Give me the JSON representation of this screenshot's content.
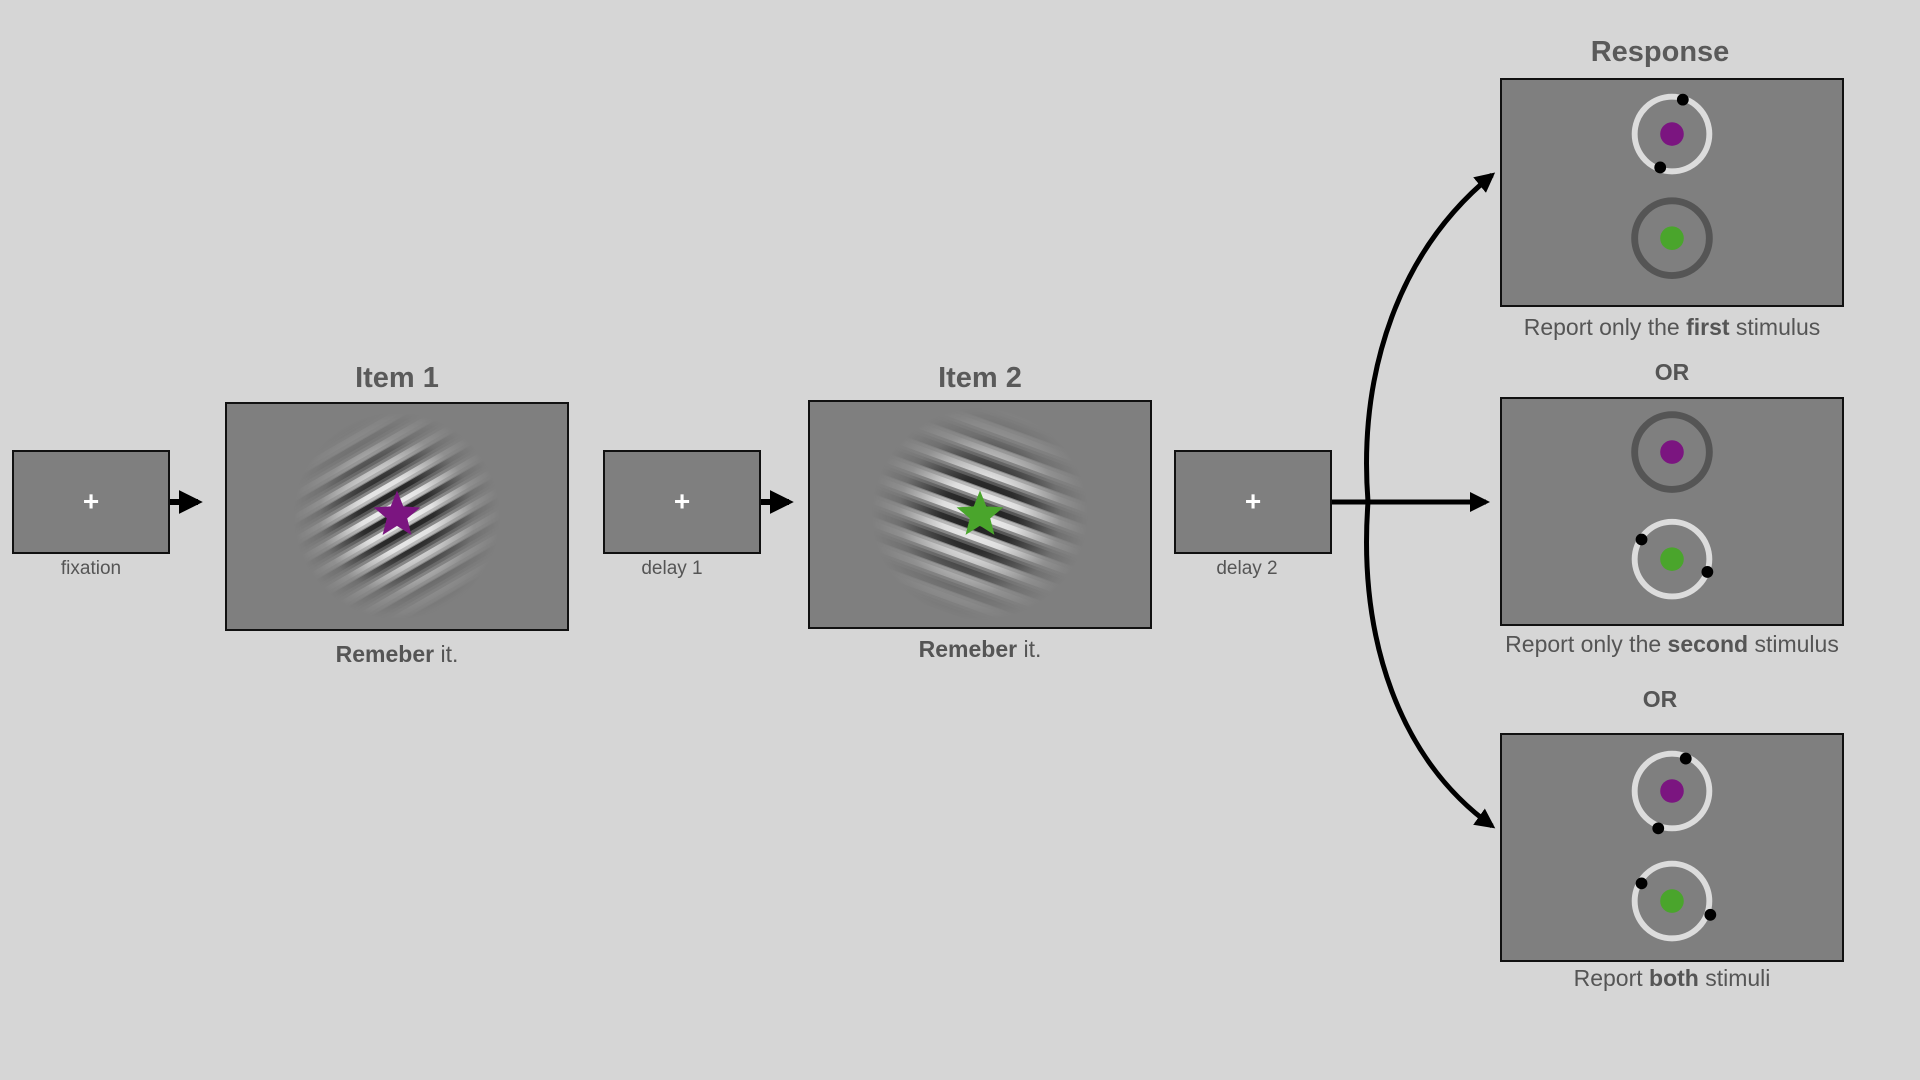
{
  "colors": {
    "background": "#d6d6d6",
    "screen": "#7f7f7f",
    "item1_star": "#7b1580",
    "item2_star": "#4aa52c",
    "ring_active": "#dcdcdc",
    "ring_inactive": "#555555"
  },
  "fixation": {
    "symbol": "+",
    "label": "fixation"
  },
  "item1": {
    "title": "Item 1",
    "caption_bold": "Remeber",
    "caption_rest": " it.",
    "star_icon": "purple-star-icon",
    "grating_orientation_deg": 60
  },
  "delay1": {
    "symbol": "+",
    "label": "delay 1"
  },
  "item2": {
    "title": "Item 2",
    "caption_bold": "Remeber",
    "caption_rest": " it.",
    "star_icon": "green-star-icon",
    "grating_orientation_deg": -20
  },
  "delay2": {
    "symbol": "+",
    "label": "delay 2"
  },
  "response": {
    "title": "Response",
    "options": [
      {
        "caption_pre": "Report only the ",
        "caption_bold": "first",
        "caption_post": " stimulus",
        "top_ring": "active",
        "bottom_ring": "inactive"
      },
      {
        "caption_pre": "Report only the ",
        "caption_bold": "second",
        "caption_post": " stimulus",
        "top_ring": "inactive",
        "bottom_ring": "active"
      },
      {
        "caption_pre": "Report ",
        "caption_bold": "both",
        "caption_post": " stimuli",
        "top_ring": "active",
        "bottom_ring": "active"
      }
    ],
    "or_label_1": "OR",
    "or_label_2": "OR"
  }
}
